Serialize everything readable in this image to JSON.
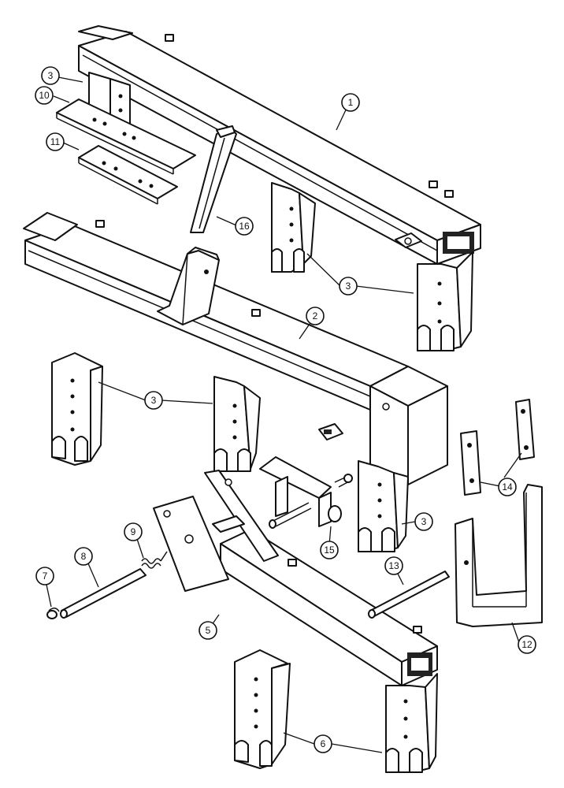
{
  "callouts": [
    {
      "id": "c1",
      "label": "1"
    },
    {
      "id": "c2",
      "label": "2"
    },
    {
      "id": "c3a",
      "label": "3"
    },
    {
      "id": "c3b",
      "label": "3"
    },
    {
      "id": "c3c",
      "label": "3"
    },
    {
      "id": "c3d",
      "label": "3"
    },
    {
      "id": "c5",
      "label": "5"
    },
    {
      "id": "c6",
      "label": "6"
    },
    {
      "id": "c7",
      "label": "7"
    },
    {
      "id": "c8",
      "label": "8"
    },
    {
      "id": "c9",
      "label": "9"
    },
    {
      "id": "c10",
      "label": "10"
    },
    {
      "id": "c11",
      "label": "11"
    },
    {
      "id": "c12",
      "label": "12"
    },
    {
      "id": "c13",
      "label": "13"
    },
    {
      "id": "c14",
      "label": "14"
    },
    {
      "id": "c15",
      "label": "15"
    },
    {
      "id": "c16",
      "label": "16"
    }
  ]
}
